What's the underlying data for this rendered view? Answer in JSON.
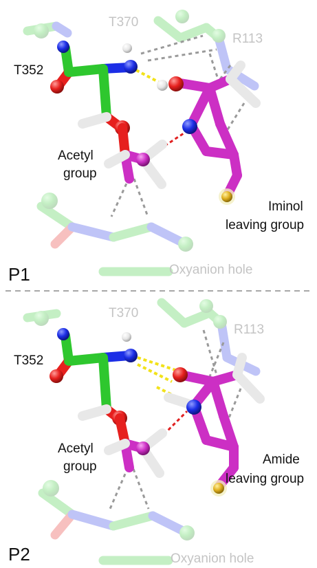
{
  "panels": [
    {
      "id": "P1",
      "panel_label": "P1",
      "residue_left": "T352",
      "residue_top_a": "T370",
      "residue_top_b": "R113",
      "acetyl_line1": "Acetyl",
      "acetyl_line2": "group",
      "leaving_line1": "Iminol",
      "leaving_line2": "leaving group",
      "oxyanion": "Oxyanion hole"
    },
    {
      "id": "P2",
      "panel_label": "P2",
      "residue_left": "T352",
      "residue_top_a": "T370",
      "residue_top_b": "R113",
      "acetyl_line1": "Acetyl",
      "acetyl_line2": "group",
      "leaving_line1": "Amide",
      "leaving_line2": "leaving group",
      "oxyanion": "Oxyanion hole"
    }
  ],
  "colors": {
    "carbon_green": "#2ec72e",
    "carbon_magenta": "#cc2fc4",
    "nitrogen": "#1c2ee6",
    "oxygen": "#e6201e",
    "sulfur": "#e0b020",
    "hydrogen": "#e8e8e8",
    "hbond_yellow": "#f2e21a",
    "hbond_red": "#e02020",
    "contact_gray": "#9a9a9a"
  }
}
